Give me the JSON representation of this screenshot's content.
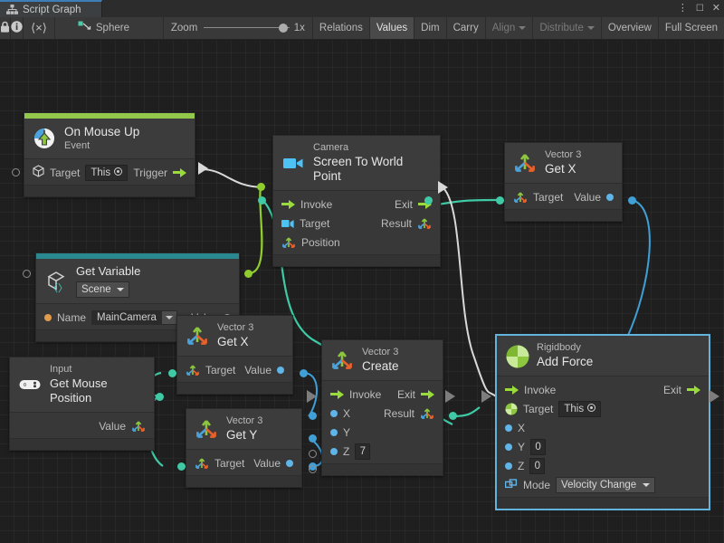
{
  "window": {
    "tab_label": "Script Graph",
    "tab_icon": "graph-icon",
    "menu_icon": "kebab-menu-icon",
    "maximize_icon": "maximize-icon",
    "close_icon": "close-icon"
  },
  "toolbar": {
    "lock_icon": "lock-icon",
    "info_icon": "info-icon",
    "code_label": "⟨×⟩",
    "object_icon": "graph-source-icon",
    "object_label": "Sphere",
    "zoom_label": "Zoom",
    "zoom_value": "1x",
    "buttons": [
      {
        "label": "Relations",
        "state": "normal"
      },
      {
        "label": "Values",
        "state": "pressed"
      },
      {
        "label": "Dim",
        "state": "normal"
      },
      {
        "label": "Carry",
        "state": "normal"
      },
      {
        "label": "Align",
        "state": "disabled",
        "dropdown": true
      },
      {
        "label": "Distribute",
        "state": "disabled",
        "dropdown": true
      },
      {
        "label": "Overview",
        "state": "normal"
      },
      {
        "label": "Full Screen",
        "state": "normal"
      }
    ]
  },
  "colors": {
    "event_accent": "#93c94a",
    "variable_accent": "#2a8891",
    "flow_green": "#9adb3c",
    "wire_flow": "#d8d8d8",
    "wire_green": "#8fcc2e",
    "wire_teal": "#3fc9a5",
    "wire_blue": "#3f9fd6",
    "selection": "#62b4dd",
    "value_blue": "#5fb4e8"
  },
  "nodes": {
    "on_mouse_up": {
      "category": "On Mouse Up",
      "subtitle": "Event",
      "icon": "mouse-event-icon",
      "target_label": "Target",
      "target_value": "This",
      "trigger_label": "Trigger"
    },
    "get_variable": {
      "category": "Get Variable",
      "scope": "Scene",
      "icon": "unity-variable-icon",
      "name_label": "Name",
      "name_value": "MainCamera",
      "value_label": "Value"
    },
    "screen_to_world": {
      "category": "Camera",
      "title": "Screen To World Point",
      "icon": "camera-icon",
      "invoke_label": "Invoke",
      "exit_label": "Exit",
      "target_label": "Target",
      "result_label": "Result",
      "position_label": "Position"
    },
    "vector3_get_x_top": {
      "category": "Vector 3",
      "title": "Get X",
      "icon": "vector3-icon",
      "target_label": "Target",
      "value_label": "Value"
    },
    "input_mouse": {
      "category": "Input",
      "title": "Get Mouse Position",
      "icon": "gamepad-icon",
      "value_label": "Value"
    },
    "vector3_get_x_mid": {
      "category": "Vector 3",
      "title": "Get X",
      "icon": "vector3-icon",
      "target_label": "Target",
      "value_label": "Value"
    },
    "vector3_get_y": {
      "category": "Vector 3",
      "title": "Get Y",
      "icon": "vector3-icon",
      "target_label": "Target",
      "value_label": "Value"
    },
    "vector3_create": {
      "category": "Vector 3",
      "title": "Create",
      "icon": "vector3-icon",
      "invoke_label": "Invoke",
      "exit_label": "Exit",
      "x_label": "X",
      "y_label": "Y",
      "z_label": "Z",
      "z_value": "7",
      "result_label": "Result"
    },
    "add_force": {
      "category": "Rigidbody",
      "title": "Add Force",
      "icon": "rigidbody-icon",
      "selected": true,
      "invoke_label": "Invoke",
      "exit_label": "Exit",
      "target_label": "Target",
      "target_value": "This",
      "x_label": "X",
      "y_label": "Y",
      "y_value": "0",
      "z_label": "Z",
      "z_value": "0",
      "mode_label": "Mode",
      "mode_value": "Velocity Change"
    }
  }
}
